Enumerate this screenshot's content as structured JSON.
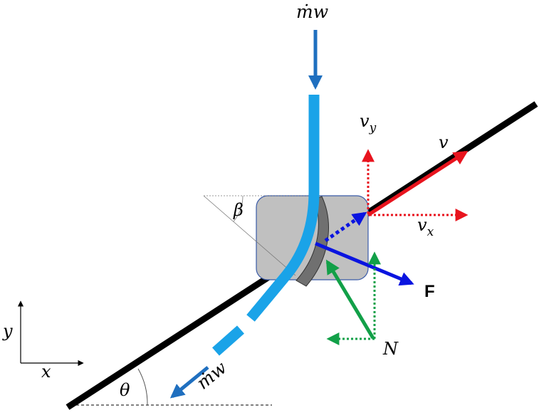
{
  "labels": {
    "mw_top": "ṁw",
    "mw_bottom": "ṁw",
    "v": "v",
    "v_sub": "",
    "vy": "v",
    "vy_sub": "y",
    "vx": "v",
    "vx_sub": "x",
    "beta": "β",
    "theta": "θ",
    "force": "F",
    "normal": "N",
    "axis_x": "x",
    "axis_y": "y"
  },
  "colors": {
    "rail": "#000000",
    "jet": "#1aa3e8",
    "jet_arrow": "#1f6fbf",
    "vane_body": "#c0c0c0",
    "vane_edge": "#3a5ba8",
    "blade_dark": "#707070",
    "velocity": "#e8141e",
    "force": "#0a14e0",
    "normal": "#12a048"
  }
}
